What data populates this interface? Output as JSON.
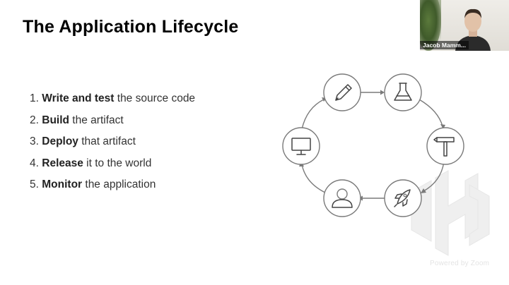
{
  "slide": {
    "title": "The Application Lifecycle",
    "steps": [
      {
        "num": "1.",
        "bold": "Write and test",
        "rest": " the source code"
      },
      {
        "num": "2.",
        "bold": "Build",
        "rest": " the artifact"
      },
      {
        "num": "3.",
        "bold": "Deploy",
        "rest": " that artifact"
      },
      {
        "num": "4.",
        "bold": "Release",
        "rest": " it to the world"
      },
      {
        "num": "5.",
        "bold": "Monitor",
        "rest": " the application"
      }
    ],
    "diagram_icons": [
      "pencil-icon",
      "flask-icon",
      "hammer-icon",
      "rocket-icon",
      "user-icon",
      "monitor-icon"
    ],
    "watermark_logo": "hashicorp-logo"
  },
  "video": {
    "participant_name": "Jacob Mamm..."
  },
  "footer": {
    "powered_by": "Powered by Zoom"
  },
  "colors": {
    "title": "#000000",
    "text": "#333333",
    "diagram_stroke": "#7a7a7a",
    "watermark": "#efefef"
  }
}
